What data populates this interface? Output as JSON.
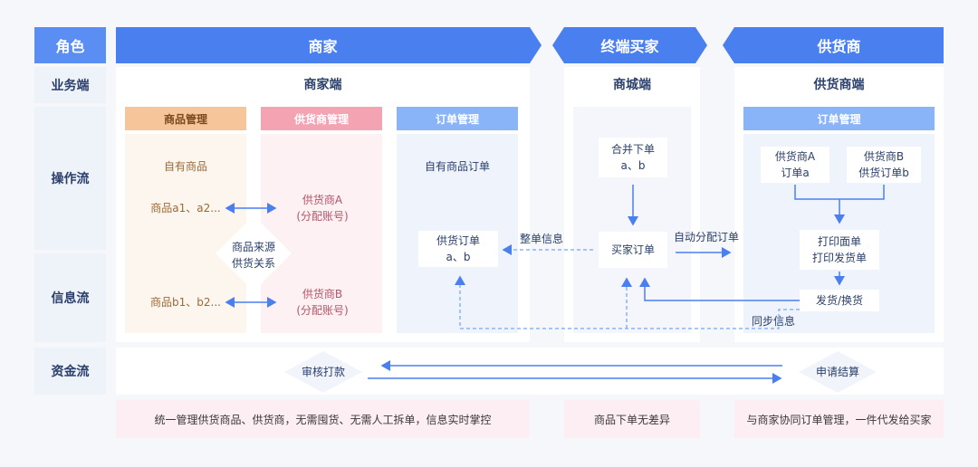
{
  "header": {
    "role": "角色",
    "merchant": "商家",
    "buyer": "终端买家",
    "supplier": "供货商"
  },
  "rows": {
    "business": "业务端",
    "operation": "操作流",
    "info": "信息流",
    "funds": "资金流"
  },
  "merchant": {
    "title": "商家端",
    "goods_mgmt": {
      "label": "商品管理",
      "own": "自有商品",
      "a": "商品a1、a2...",
      "b": "商品b1、b2..."
    },
    "supplier_mgmt": {
      "label": "供货商管理",
      "a_name": "供货商A",
      "a_note": "(分配账号)",
      "b_name": "供货商B",
      "b_note": "(分配账号)"
    },
    "relation": {
      "line1": "商品来源",
      "line2": "供货关系"
    },
    "order_mgmt": {
      "label": "订单管理",
      "own_order": "自有商品订单",
      "supply_order_1": "供货订单",
      "supply_order_2": "a、b"
    }
  },
  "buyer": {
    "title": "商城端",
    "merge_1": "合并下单",
    "merge_2": "a、b",
    "buyer_order": "买家订单"
  },
  "supplier": {
    "title": "供货商端",
    "order_mgmt": "订单管理",
    "sa_1": "供货商A",
    "sa_2": "订单a",
    "sb_1": "供货商B",
    "sb_2": "供货订单b",
    "print_1": "打印面单",
    "print_2": "打印发货单",
    "ship": "发货/换货"
  },
  "labels": {
    "whole_info": "整单信息",
    "auto_assign": "自动分配订单",
    "sync_info": "同步信息"
  },
  "funds": {
    "review": "审核打款",
    "apply": "申请结算"
  },
  "footer": {
    "merchant": "统一管理供货商品、供货商，无需囤货、无需人工拆单，信息实时掌控",
    "buyer": "商品下单无差异",
    "supplier": "与商家协同订单管理，一件代发给买家"
  },
  "colors": {
    "header_blue": "#4a7ff0",
    "orange_tab": "#f7c59a",
    "pink_tab": "#f4a3b2",
    "blue_tab": "#8ab4f8",
    "arrow": "#4a7ff0"
  }
}
